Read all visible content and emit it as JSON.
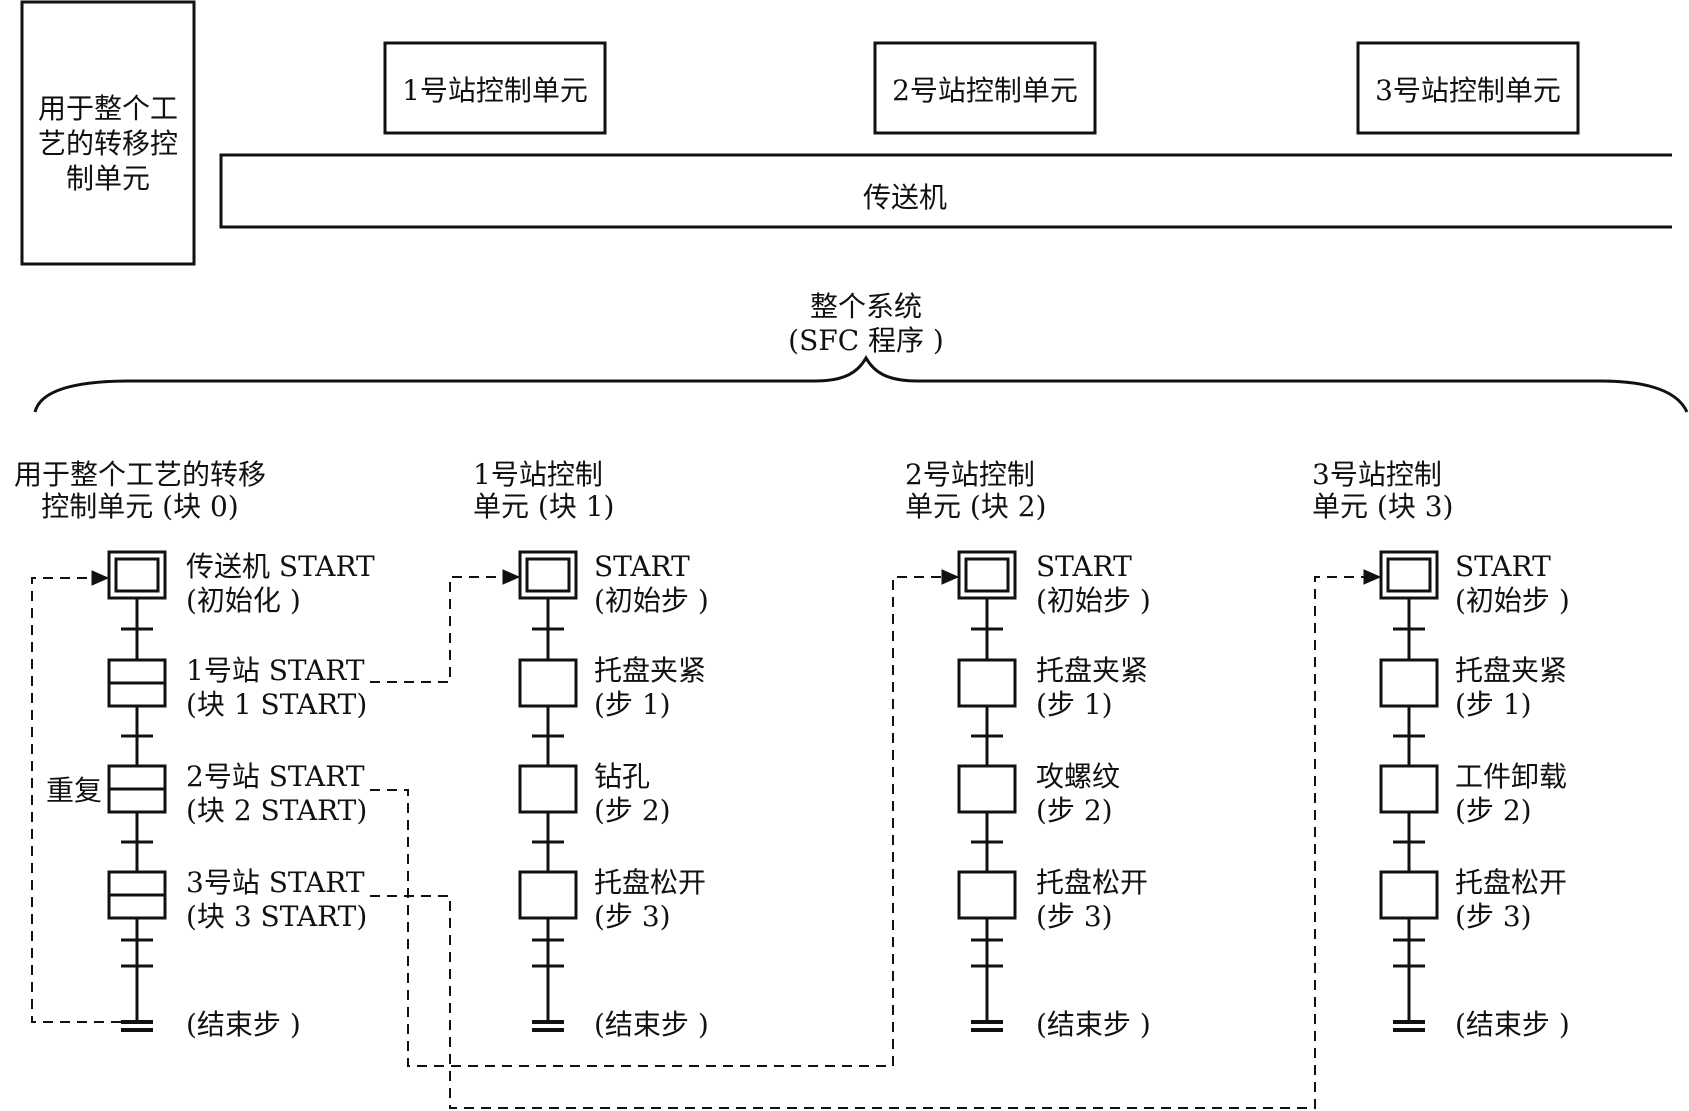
{
  "colors": {
    "ink": "#111111",
    "background": "#ffffff"
  },
  "top": {
    "transfer_unit_lines": [
      "用于整个工",
      "艺的转移控",
      "制单元"
    ],
    "stations": [
      "1号站控制单元",
      "2号站控制单元",
      "3号站控制单元"
    ],
    "conveyor": "传送机"
  },
  "system": {
    "title": "整个系统",
    "subtitle": "(SFC 程序 )"
  },
  "blocks": [
    {
      "title": [
        "用于整个工艺的转移",
        "控制单元 (块 0)"
      ],
      "initial": [
        "传送机 START",
        "(初始化 )"
      ],
      "steps": [
        [
          "1号站 START",
          "(块 1 START)"
        ],
        [
          "2号站 START",
          "(块 2 START)"
        ],
        [
          "3号站 START",
          "(块 3 START)"
        ]
      ],
      "end": "(结束步 )",
      "repeat": "重复"
    },
    {
      "title": [
        "1号站控制",
        "单元 (块 1)"
      ],
      "initial": [
        "START",
        "(初始步 )"
      ],
      "steps": [
        [
          "托盘夹紧",
          "(步 1)"
        ],
        [
          "钻孔",
          "(步 2)"
        ],
        [
          "托盘松开",
          "(步 3)"
        ]
      ],
      "end": "(结束步 )"
    },
    {
      "title": [
        "2号站控制",
        "单元 (块 2)"
      ],
      "initial": [
        "START",
        "(初始步 )"
      ],
      "steps": [
        [
          "托盘夹紧",
          "(步 1)"
        ],
        [
          "攻螺纹",
          "(步 2)"
        ],
        [
          "托盘松开",
          "(步 3)"
        ]
      ],
      "end": "(结束步 )"
    },
    {
      "title": [
        "3号站控制",
        "单元 (块 3)"
      ],
      "initial": [
        "START",
        "(初始步 )"
      ],
      "steps": [
        [
          "托盘夹紧",
          "(步 1)"
        ],
        [
          "工件卸载",
          "(步 2)"
        ],
        [
          "托盘松开",
          "(步 3)"
        ]
      ],
      "end": "(结束步 )"
    }
  ]
}
